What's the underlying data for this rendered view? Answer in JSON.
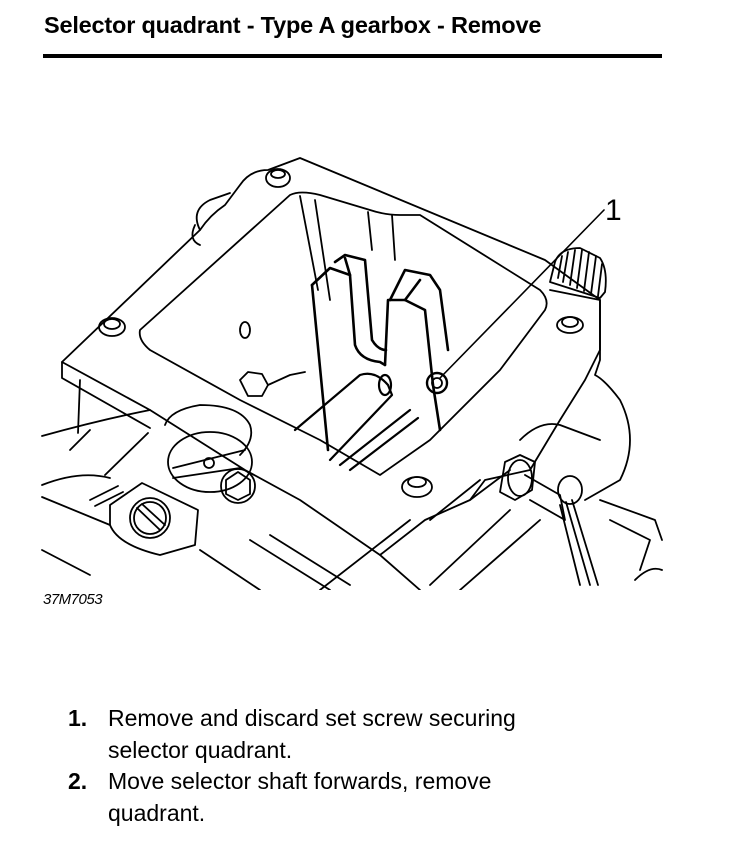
{
  "document": {
    "title": "Selector quadrant - Type A gearbox - Remove",
    "figure": {
      "reference": "37M7053",
      "callouts": [
        {
          "label": "1",
          "target": "set screw"
        }
      ]
    },
    "steps": [
      {
        "number": "1.",
        "text": "Remove and discard set screw securing selector quadrant."
      },
      {
        "number": "2.",
        "text": "Move selector shaft forwards, remove quadrant."
      }
    ]
  }
}
